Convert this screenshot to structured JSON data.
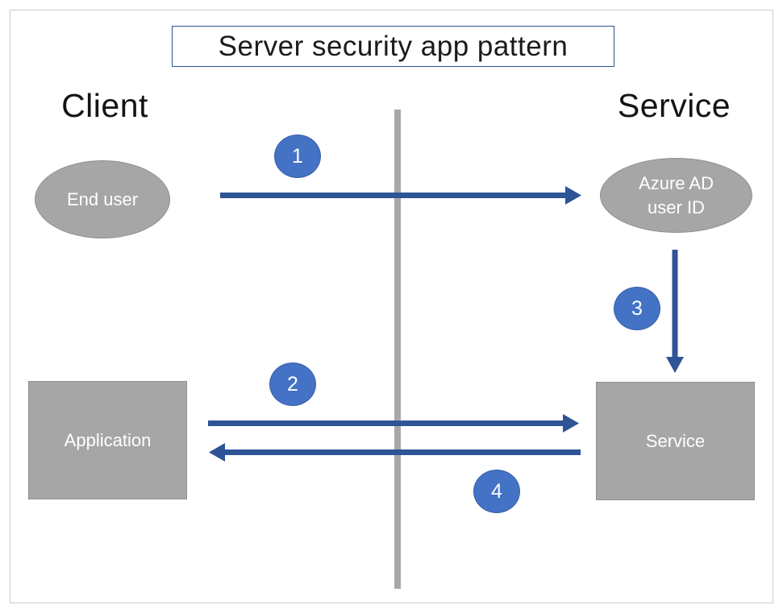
{
  "title": "Server security app pattern",
  "columns": {
    "client": "Client",
    "service": "Service"
  },
  "nodes": {
    "end_user": {
      "label": "End user",
      "shape": "ellipse",
      "column": "Client"
    },
    "azure_ad_user_id": {
      "line1": "Azure AD",
      "line2": "user ID",
      "shape": "ellipse",
      "column": "Service"
    },
    "application": {
      "label": "Application",
      "shape": "rectangle",
      "column": "Client"
    },
    "service": {
      "label": "Service",
      "shape": "rectangle",
      "column": "Service"
    }
  },
  "steps": [
    {
      "label": "1",
      "from": "End user",
      "to": "Azure AD user ID",
      "direction": "right"
    },
    {
      "label": "2",
      "from": "Application",
      "to": "Service",
      "direction": "right"
    },
    {
      "label": "3",
      "from": "Azure AD user ID",
      "to": "Service",
      "direction": "down"
    },
    {
      "label": "4",
      "from": "Service",
      "to": "Application",
      "direction": "left"
    }
  ],
  "colors": {
    "accent_blue": "#4472C4",
    "arrow_blue": "#2E5496",
    "title_border_blue": "#2E5597",
    "shape_gray": "#A6A6A6",
    "shape_border_gray": "#8F8F8F",
    "divider_gray": "#A8A8A8",
    "frame_border_gray": "#CBCBCB"
  }
}
